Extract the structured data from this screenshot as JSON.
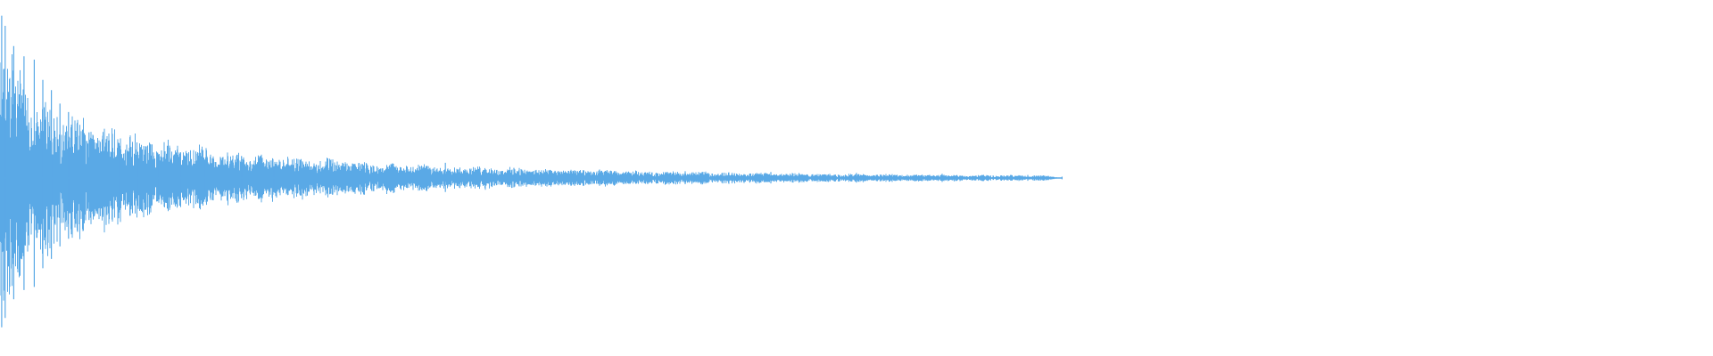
{
  "waveform": {
    "color": "#5aa9e6",
    "background": "#ffffff",
    "envelope": {
      "shape": "exponential-decay",
      "visible_fraction_of_width": 0.62,
      "initial_amplitude": 0.95,
      "tail_amplitude": 0.015
    },
    "peak_markers": [
      {
        "position": 0.001,
        "amplitude": 0.96
      },
      {
        "position": 0.003,
        "amplitude": 0.9
      },
      {
        "position": 0.008,
        "amplitude": 0.78
      },
      {
        "position": 0.014,
        "amplitude": 0.72
      },
      {
        "position": 0.02,
        "amplitude": 0.7
      },
      {
        "position": 0.025,
        "amplitude": 0.58
      },
      {
        "position": 0.03,
        "amplitude": 0.52
      },
      {
        "position": 0.035,
        "amplitude": 0.44
      },
      {
        "position": 0.04,
        "amplitude": 0.39
      },
      {
        "position": 0.045,
        "amplitude": 0.32
      },
      {
        "position": 0.052,
        "amplitude": 0.27
      },
      {
        "position": 0.06,
        "amplitude": 0.25
      },
      {
        "position": 0.07,
        "amplitude": 0.18
      },
      {
        "position": 0.08,
        "amplitude": 0.13
      },
      {
        "position": 0.092,
        "amplitude": 0.15
      },
      {
        "position": 0.105,
        "amplitude": 0.1
      },
      {
        "position": 0.12,
        "amplitude": 0.09
      },
      {
        "position": 0.141,
        "amplitude": 0.13
      },
      {
        "position": 0.16,
        "amplitude": 0.07
      },
      {
        "position": 0.2,
        "amplitude": 0.09
      },
      {
        "position": 0.25,
        "amplitude": 0.07
      },
      {
        "position": 0.26,
        "amplitude": 0.09
      },
      {
        "position": 0.3,
        "amplitude": 0.06
      },
      {
        "position": 0.35,
        "amplitude": 0.05
      },
      {
        "position": 0.4,
        "amplitude": 0.04
      },
      {
        "position": 0.45,
        "amplitude": 0.035
      },
      {
        "position": 0.5,
        "amplitude": 0.03
      },
      {
        "position": 0.55,
        "amplitude": 0.025
      },
      {
        "position": 0.6,
        "amplitude": 0.018
      },
      {
        "position": 0.62,
        "amplitude": 0.008
      }
    ]
  }
}
